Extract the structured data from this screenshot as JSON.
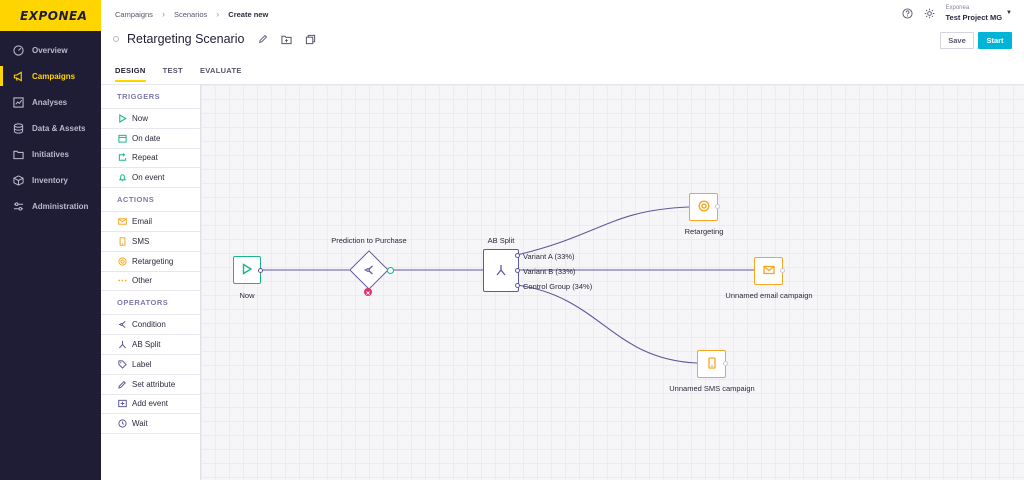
{
  "app": {
    "logo": "EXPONEA"
  },
  "nav": {
    "items": [
      {
        "label": "Overview",
        "icon": "gauge-icon",
        "active": false
      },
      {
        "label": "Campaigns",
        "icon": "megaphone-icon",
        "active": true
      },
      {
        "label": "Analyses",
        "icon": "chart-icon",
        "active": false
      },
      {
        "label": "Data & Assets",
        "icon": "database-icon",
        "active": false
      },
      {
        "label": "Initiatives",
        "icon": "folder-icon",
        "active": false
      },
      {
        "label": "Inventory",
        "icon": "box-icon",
        "active": false
      },
      {
        "label": "Administration",
        "icon": "sliders-icon",
        "active": false
      }
    ]
  },
  "breadcrumb": {
    "items": [
      "Campaigns",
      "Scenarios"
    ],
    "current": "Create new"
  },
  "project": {
    "org": "Exponea",
    "name": "Test Project MG"
  },
  "scenario": {
    "title": "Retargeting Scenario"
  },
  "buttons": {
    "save": "Save",
    "start": "Start"
  },
  "tabs": [
    {
      "label": "DESIGN",
      "active": true
    },
    {
      "label": "TEST",
      "active": false
    },
    {
      "label": "EVALUATE",
      "active": false
    }
  ],
  "palette": {
    "triggers": {
      "title": "TRIGGERS",
      "items": [
        "Now",
        "On date",
        "Repeat",
        "On event"
      ]
    },
    "actions": {
      "title": "ACTIONS",
      "items": [
        "Email",
        "SMS",
        "Retargeting",
        "Other"
      ]
    },
    "operators": {
      "title": "OPERATORS",
      "items": [
        "Condition",
        "AB Split",
        "Label",
        "Set attribute",
        "Add event",
        "Wait"
      ]
    }
  },
  "flow": {
    "now": "Now",
    "prediction": "Prediction to Purchase",
    "ab_split": "AB Split",
    "variant_a": "Variant A (33%)",
    "variant_b": "Variant B (33%)",
    "control": "Control Group (34%)",
    "retargeting": "Retargeting",
    "email": "Unnamed email campaign",
    "sms": "Unnamed SMS campaign"
  },
  "colors": {
    "nav_bg": "#1f1d35",
    "brand_yellow": "#ffd500",
    "start_button": "#00b4d8",
    "trigger_green": "#1bb58a",
    "action_orange": "#f5a623",
    "operator_purple": "#5e5a99",
    "negative_red": "#e0306a"
  }
}
